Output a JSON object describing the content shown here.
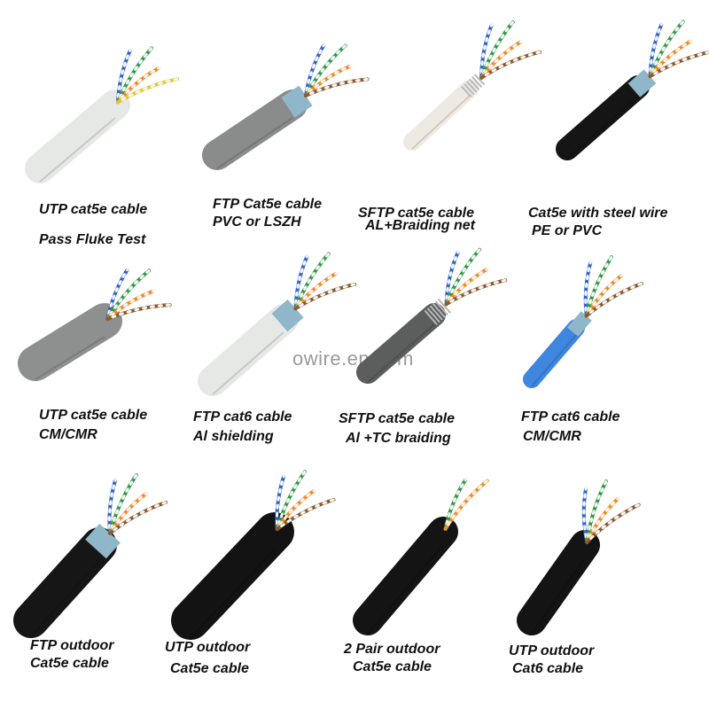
{
  "watermark": "owire.en.com",
  "cables": [
    {
      "lines": [
        "UTP cat5e cable",
        "Pass Fluke Test"
      ],
      "jacket": "#e6e8e6",
      "shield": "none",
      "pairs": [
        "#2f64c7",
        "#2e9a47",
        "#f08a22",
        "#e8c81e"
      ]
    },
    {
      "lines": [
        "FTP Cat5e cable",
        "PVC or LSZH"
      ],
      "jacket": "#8a8c8c",
      "shield": "foil",
      "pairs": [
        "#2f64c7",
        "#2e9a47",
        "#f08a22",
        "#8a5a2b"
      ]
    },
    {
      "lines": [
        "SFTP cat5e cable",
        "AL+Braiding net"
      ],
      "jacket": "#eeeae3",
      "shield": "braid",
      "pairs": [
        "#2f64c7",
        "#2e9a47",
        "#f08a22",
        "#8a5a2b"
      ]
    },
    {
      "lines": [
        "Cat5e with steel wire",
        "PE or PVC"
      ],
      "jacket": "#151515",
      "shield": "foil",
      "pairs": [
        "#2f64c7",
        "#2e9a47",
        "#f08a22",
        "#8a5a2b"
      ]
    },
    {
      "lines": [
        "UTP cat5e cable",
        "CM/CMR"
      ],
      "jacket": "#8e8f8f",
      "shield": "none",
      "pairs": [
        "#2f64c7",
        "#2e9a47",
        "#f08a22",
        "#8a5a2b"
      ]
    },
    {
      "lines": [
        "FTP cat6 cable",
        "Al shielding"
      ],
      "jacket": "#e6e8e6",
      "shield": "foil",
      "pairs": [
        "#2f64c7",
        "#2e9a47",
        "#f08a22",
        "#8a5a2b"
      ]
    },
    {
      "lines": [
        "SFTP cat5e cable",
        "Al +TC braiding"
      ],
      "jacket": "#5c5e5e",
      "shield": "braid",
      "pairs": [
        "#2f64c7",
        "#2e9a47",
        "#f08a22",
        "#8a5a2b"
      ]
    },
    {
      "lines": [
        "FTP cat6 cable",
        "CM/CMR"
      ],
      "jacket": "#3f86df",
      "shield": "foil",
      "pairs": [
        "#2f64c7",
        "#2e9a47",
        "#f08a22",
        "#8a5a2b"
      ]
    },
    {
      "lines": [
        "FTP outdoor",
        "Cat5e cable"
      ],
      "jacket": "#161616",
      "shield": "foil",
      "pairs": [
        "#2f64c7",
        "#2e9a47",
        "#f08a22",
        "#8a5a2b"
      ]
    },
    {
      "lines": [
        "UTP outdoor",
        "Cat5e cable"
      ],
      "jacket": "#131313",
      "shield": "none",
      "pairs": [
        "#2f64c7",
        "#2e9a47",
        "#f08a22",
        "#8a5a2b"
      ]
    },
    {
      "lines": [
        "2 Pair outdoor",
        "Cat5e cable"
      ],
      "jacket": "#141414",
      "shield": "none",
      "pairs": [
        "#2e9a47",
        "#f08a22"
      ]
    },
    {
      "lines": [
        "UTP outdoor",
        "Cat6 cable"
      ],
      "jacket": "#141414",
      "shield": "none",
      "pairs": [
        "#2f64c7",
        "#2e9a47",
        "#f08a22",
        "#8a5a2b"
      ]
    }
  ]
}
